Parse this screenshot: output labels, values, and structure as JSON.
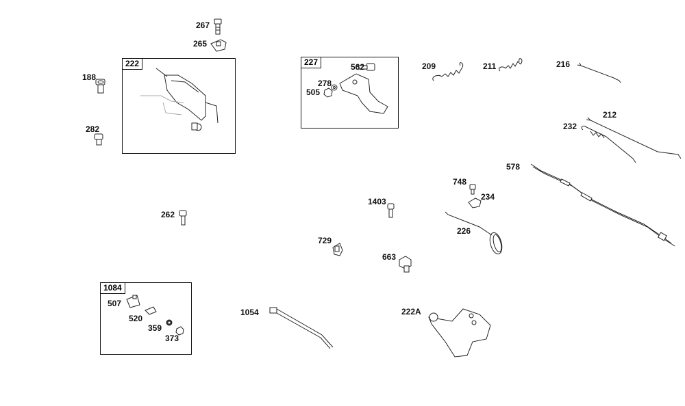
{
  "kits": [
    {
      "id": "kit-222",
      "tag": "222"
    },
    {
      "id": "kit-227",
      "tag": "227"
    },
    {
      "id": "kit-1084",
      "tag": "1084"
    }
  ],
  "callouts": [
    {
      "id": "267",
      "text": "267"
    },
    {
      "id": "265",
      "text": "265"
    },
    {
      "id": "188",
      "text": "188"
    },
    {
      "id": "282",
      "text": "282"
    },
    {
      "id": "262",
      "text": "262"
    },
    {
      "id": "278",
      "text": "278"
    },
    {
      "id": "505",
      "text": "505"
    },
    {
      "id": "562",
      "text": "562"
    },
    {
      "id": "209",
      "text": "209"
    },
    {
      "id": "211",
      "text": "211"
    },
    {
      "id": "216",
      "text": "216"
    },
    {
      "id": "212",
      "text": "212"
    },
    {
      "id": "232",
      "text": "232"
    },
    {
      "id": "578",
      "text": "578"
    },
    {
      "id": "748",
      "text": "748"
    },
    {
      "id": "234",
      "text": "234"
    },
    {
      "id": "1403",
      "text": "1403"
    },
    {
      "id": "226",
      "text": "226"
    },
    {
      "id": "729",
      "text": "729"
    },
    {
      "id": "663",
      "text": "663"
    },
    {
      "id": "507",
      "text": "507"
    },
    {
      "id": "520",
      "text": "520"
    },
    {
      "id": "359",
      "text": "359"
    },
    {
      "id": "373",
      "text": "373"
    },
    {
      "id": "1054",
      "text": "1054"
    },
    {
      "id": "222A",
      "text": "222A"
    }
  ]
}
